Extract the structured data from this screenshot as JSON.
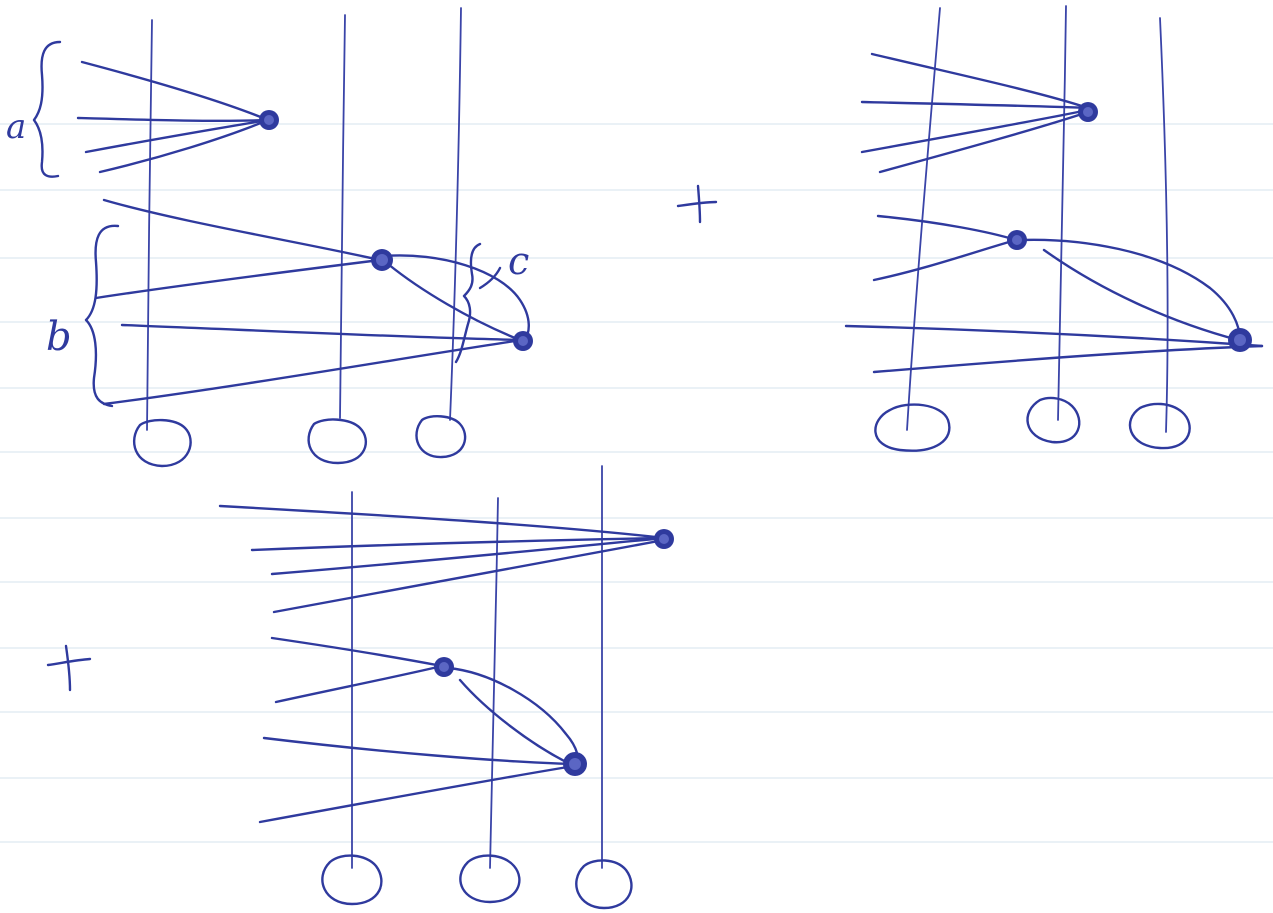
{
  "labels": {
    "a": "a",
    "b": "b",
    "c": "c",
    "plus_1": "+",
    "plus_2": "+"
  },
  "ink_color": "#2f3a9e",
  "paper_rule_color": "#d6e3ec"
}
